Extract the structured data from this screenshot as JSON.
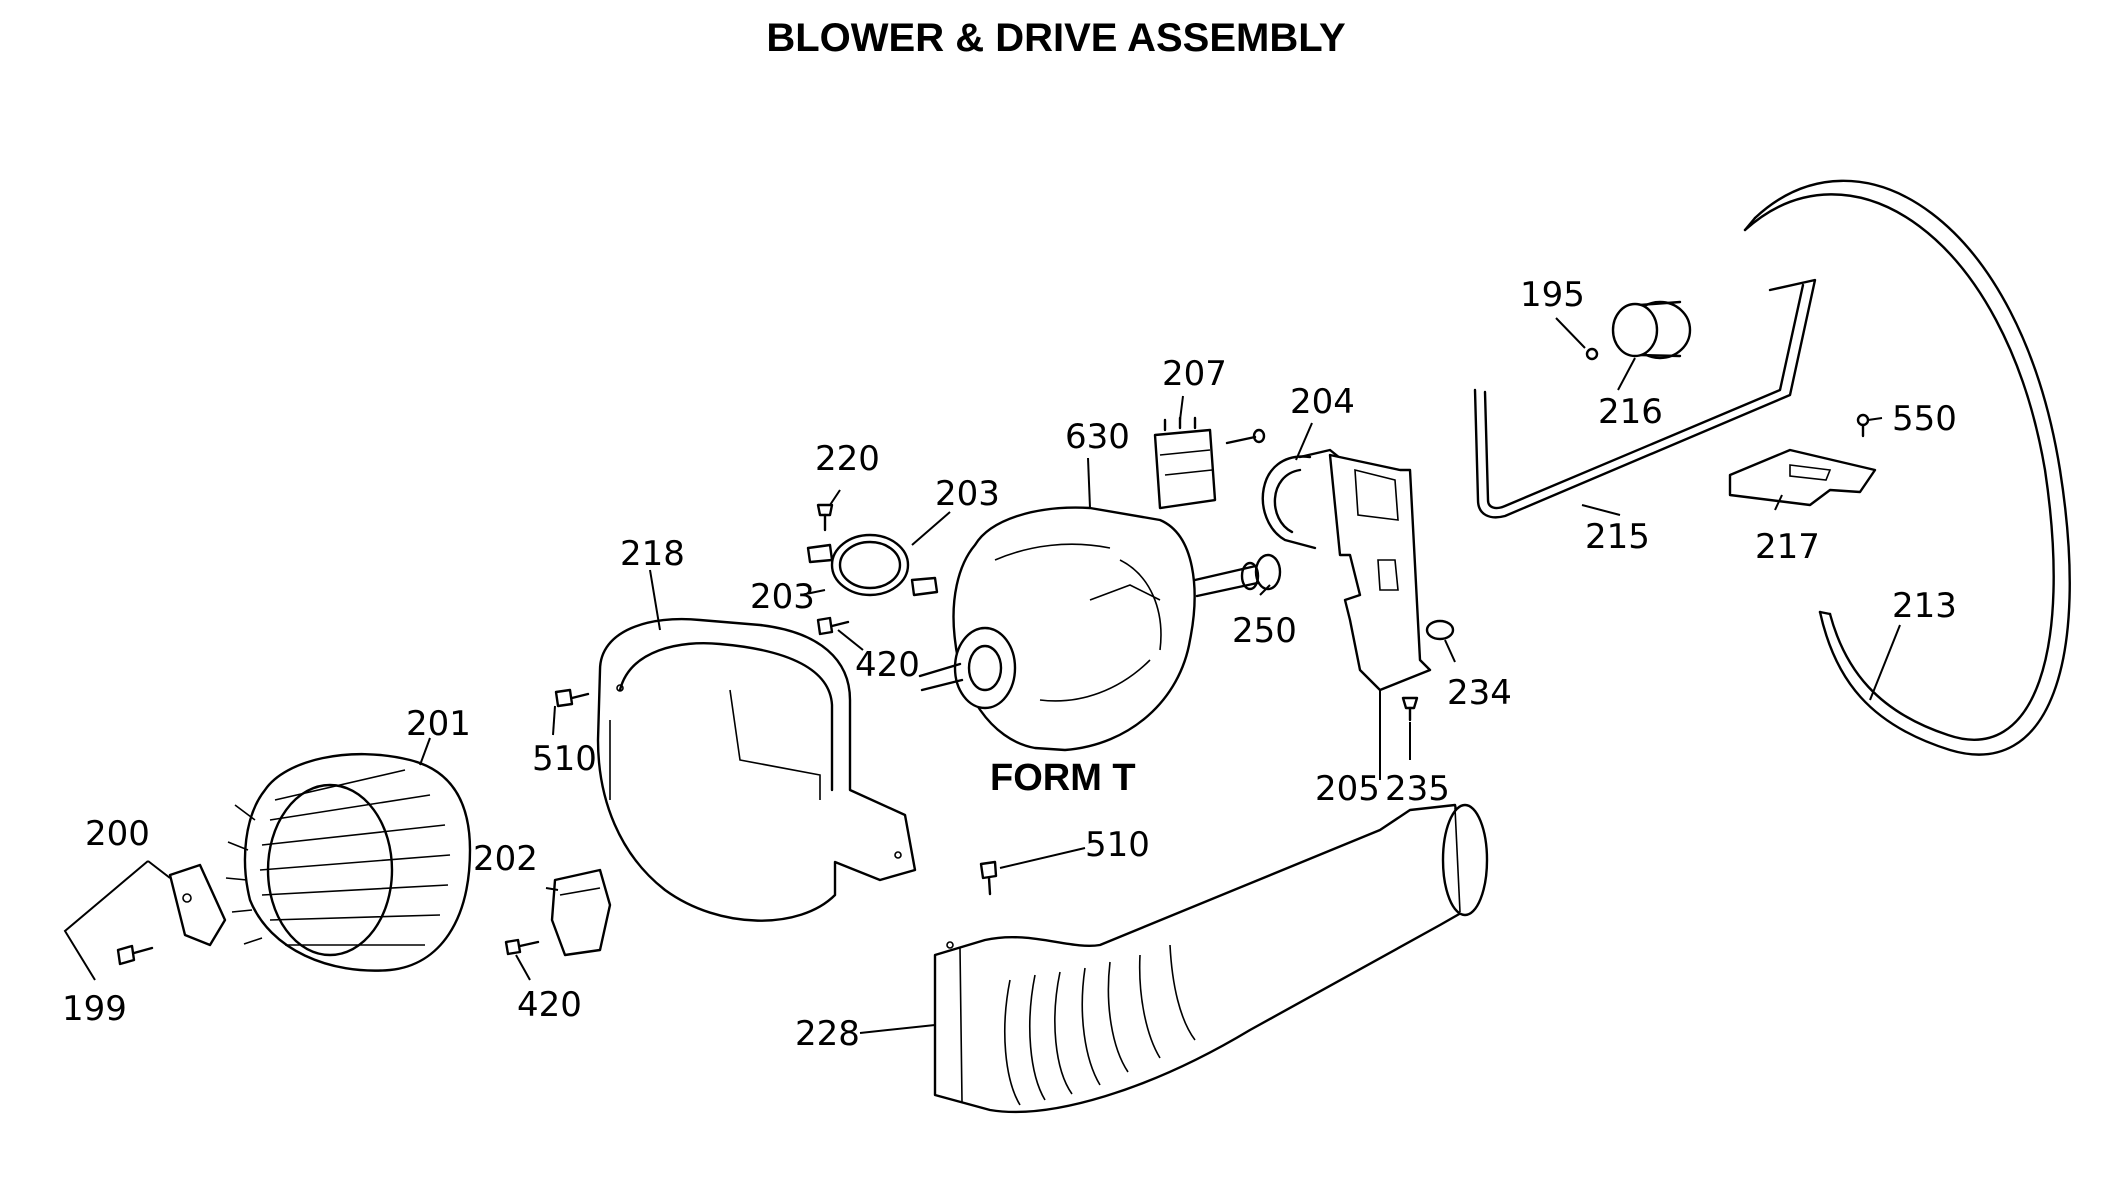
{
  "title": "BLOWER & DRIVE ASSEMBLY",
  "form_label": "FORM T",
  "callouts": {
    "p195": "195",
    "p199": "199",
    "p200": "200",
    "p201": "201",
    "p202": "202",
    "p203a": "203",
    "p203b": "203",
    "p204": "204",
    "p205": "205",
    "p207": "207",
    "p213": "213",
    "p215": "215",
    "p216": "216",
    "p217": "217",
    "p218": "218",
    "p220": "220",
    "p228": "228",
    "p234": "234",
    "p235": "235",
    "p250": "250",
    "p420a": "420",
    "p420b": "420",
    "p510a": "510",
    "p510b": "510",
    "p550": "550",
    "p630": "630"
  }
}
